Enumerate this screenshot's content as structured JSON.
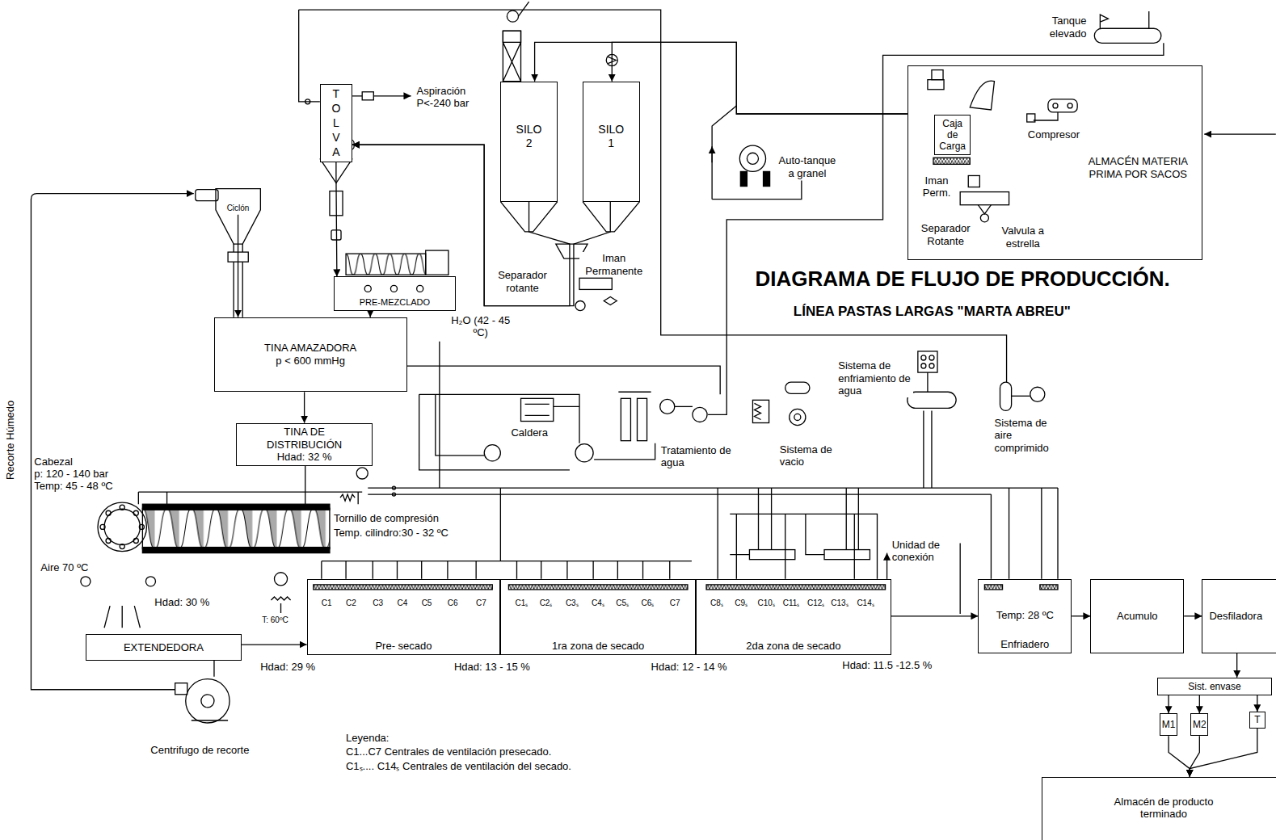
{
  "diagram": {
    "title": "DIAGRAMA DE FLUJO DE PRODUCCIÓN.",
    "nodes": [
      {
        "text": [
          "TOLVA"
        ]
      },
      {
        "text": [
          "SILO 2"
        ]
      },
      {
        "text": [
          "SILO 1"
        ]
      },
      {
        "text": [
          "PRE-MEZCLADO"
        ]
      },
      {
        "text": [
          "TINA AMAZADORA",
          "p < 600 mmHg"
        ]
      },
      {
        "text": [
          "TINA DE DISTRIBUCIÓN",
          "Hdad: 32 %"
        ]
      },
      {
        "text": [
          "Ciclón"
        ]
      },
      {
        "text": [
          "ALMACÉN MATERIA PRIMA POR SACOS"
        ]
      },
      {
        "text": [
          "Caja de Carga"
        ],
        "in": 7
      },
      {
        "text": [
          "EXTENDEDORA"
        ]
      },
      {
        "text": [
          "Pre- secado"
        ]
      },
      {
        "text": [
          "1ra zona de secado"
        ]
      },
      {
        "text": [
          "2da zona de secado"
        ]
      },
      {
        "text": [
          "Temp: 28 ºC",
          "Enfriadero"
        ]
      },
      {
        "text": [
          "Acumulo"
        ]
      },
      {
        "text": [
          "Desfiladora"
        ]
      },
      {
        "text": [
          "Sist. envase"
        ]
      },
      {
        "text": [
          "M1"
        ]
      },
      {
        "text": [
          "M2"
        ]
      },
      {
        "text": [
          "T"
        ]
      },
      {
        "text": [
          "Almacén de producto terminado"
        ]
      }
    ],
    "edges": [
      {
        "from": 7,
        "to": 2,
        "arrow": "to"
      },
      {
        "from": 7,
        "to": 1,
        "arrow": "to"
      },
      {
        "from": 1,
        "to": 0,
        "arrow": "to"
      },
      {
        "from": 2,
        "to": 0,
        "arrow": "to"
      },
      {
        "from": 0,
        "to": 3,
        "arrow": "to"
      },
      {
        "from": 3,
        "to": 4,
        "arrow": "to"
      },
      {
        "from": 6,
        "to": 4,
        "arrow": "to"
      },
      {
        "from": 4,
        "to": 5,
        "arrow": "to"
      },
      {
        "from": 9,
        "to": 10,
        "arrow": "to"
      },
      {
        "from": 12,
        "to": 13,
        "arrow": "to"
      },
      {
        "from": 13,
        "to": 14,
        "arrow": "to"
      },
      {
        "from": 14,
        "to": 15,
        "arrow": "to"
      },
      {
        "from": 15,
        "to": 16,
        "arrow": "to"
      },
      {
        "from": 16,
        "to": 17,
        "arrow": "to"
      },
      {
        "from": 16,
        "to": 18,
        "arrow": "to"
      },
      {
        "from": 16,
        "to": 19,
        "arrow": "to"
      },
      {
        "from": 17,
        "to": 20,
        "arrow": "to"
      },
      {
        "from": 18,
        "to": 20,
        "arrow": "to"
      },
      {
        "from": 19,
        "to": 20,
        "arrow": "to"
      }
    ],
    "labels": [
      "Aspiración",
      "P<-240 bar",
      "Auto-tanque a granel",
      "Tanque elevado",
      "Compresor",
      "Iman Perm.",
      "Separador Rotante",
      "Valvula a estrella",
      "Separador rotante",
      "Iman Permanente",
      "LÍNEA PASTAS LARGAS \"MARTA ABREU\"",
      "H₂O (42 - 45 ºC)",
      "Recorte Húmedo",
      "Cabezal",
      "p: 120 - 140 bar",
      "Temp: 45 - 48 ºC",
      "Tornillo de compresión",
      "Temp. cilindro:30 - 32 ºC",
      "Aire 70 ºC",
      "Hdad: 30 %",
      "T: 60ºC",
      "Hdad: 29 %",
      "Hdad: 13 - 15 %",
      "Hdad: 12 - 14 %",
      "Hdad: 11.5 -12.5 %",
      "Caldera",
      "Tratamiento de agua",
      "Sistema de vacio",
      "Sistema de enfriamiento de agua",
      "Sistema de aire comprimido",
      "Unidad de conexión",
      "Centrifugo de recorte",
      "Leyenda:",
      "C1...C7 Centrales de ventilación presecado.",
      "C1ₛ.... C14ₛ Centrales de ventilación del secado.",
      "C1",
      "C2",
      "C3",
      "C4",
      "C5",
      "C6",
      "C7",
      "C1ₛ",
      "C2ₛ",
      "C3ₛ",
      "C4ₛ",
      "C5ₛ",
      "C6ₛ",
      "C7",
      "C8ₛ",
      "C9ₛ",
      "C10ₛ",
      "C11ₛ",
      "C12ₛ",
      "C13ₛ",
      "C14ₛ"
    ]
  }
}
